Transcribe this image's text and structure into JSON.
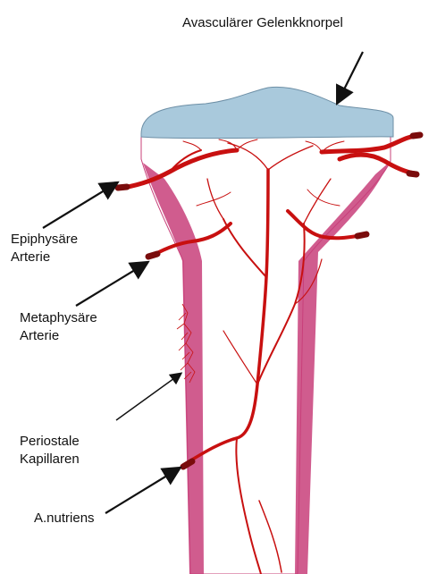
{
  "colors": {
    "cartilage": "#a9c9dc",
    "artery": "#c81010",
    "artery_dark": "#7a0c0c",
    "cortex": "#c8407a",
    "cortex_light": "#e6a6c2",
    "arrow": "#111111"
  },
  "labels": {
    "cartilage": "Avasculärer Gelenkknorpel",
    "epiphyseal": [
      "Epiphysäre",
      "Arterie"
    ],
    "metaphyseal": [
      "Metaphysäre",
      "Arterie"
    ],
    "periosteal": [
      "Periostale",
      "Kapillaren"
    ],
    "nutrient": "A.nutriens"
  }
}
